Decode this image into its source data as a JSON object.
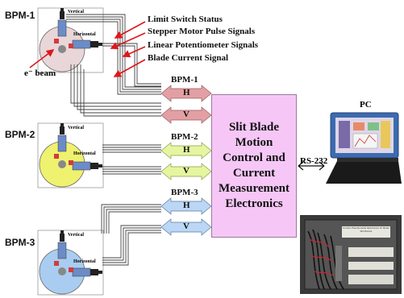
{
  "bpms": [
    {
      "title": "BPM-1",
      "vertical": "Vertical",
      "horizontal": "Horizontal",
      "color": "#e9d6d8",
      "cable_label": "BPM-1",
      "h": "H",
      "v": "V",
      "arrow_color": "#e2a0a4"
    },
    {
      "title": "BPM-2",
      "vertical": "Vertical",
      "horizontal": "Horizontal",
      "color": "#eef26f",
      "cable_label": "BPM-2",
      "h": "H",
      "v": "V",
      "arrow_color": "#e6f5a0"
    },
    {
      "title": "BPM-3",
      "vertical": "Vertical",
      "horizontal": "Horizontal",
      "color": "#a9cdf0",
      "cable_label": "BPM-3",
      "h": "H",
      "v": "V",
      "arrow_color": "#bcd7f5"
    }
  ],
  "signals": [
    "Limit Switch Status",
    "Stepper Motor Pulse Signals",
    "Linear Potentiometer Signals",
    "Blade Current Signal"
  ],
  "beam_label": "e⁻ beam",
  "controller": "Slit Blade Motion Control and Current Measurement Electronics",
  "link_label": "RS-232",
  "pc_label": "PC",
  "photo_caption": "Current Potentiometer Electronics for Beam Slit Monitor",
  "colors": {
    "red_arrow": "#e0161c",
    "controller_fill": "#f6c7f6"
  }
}
